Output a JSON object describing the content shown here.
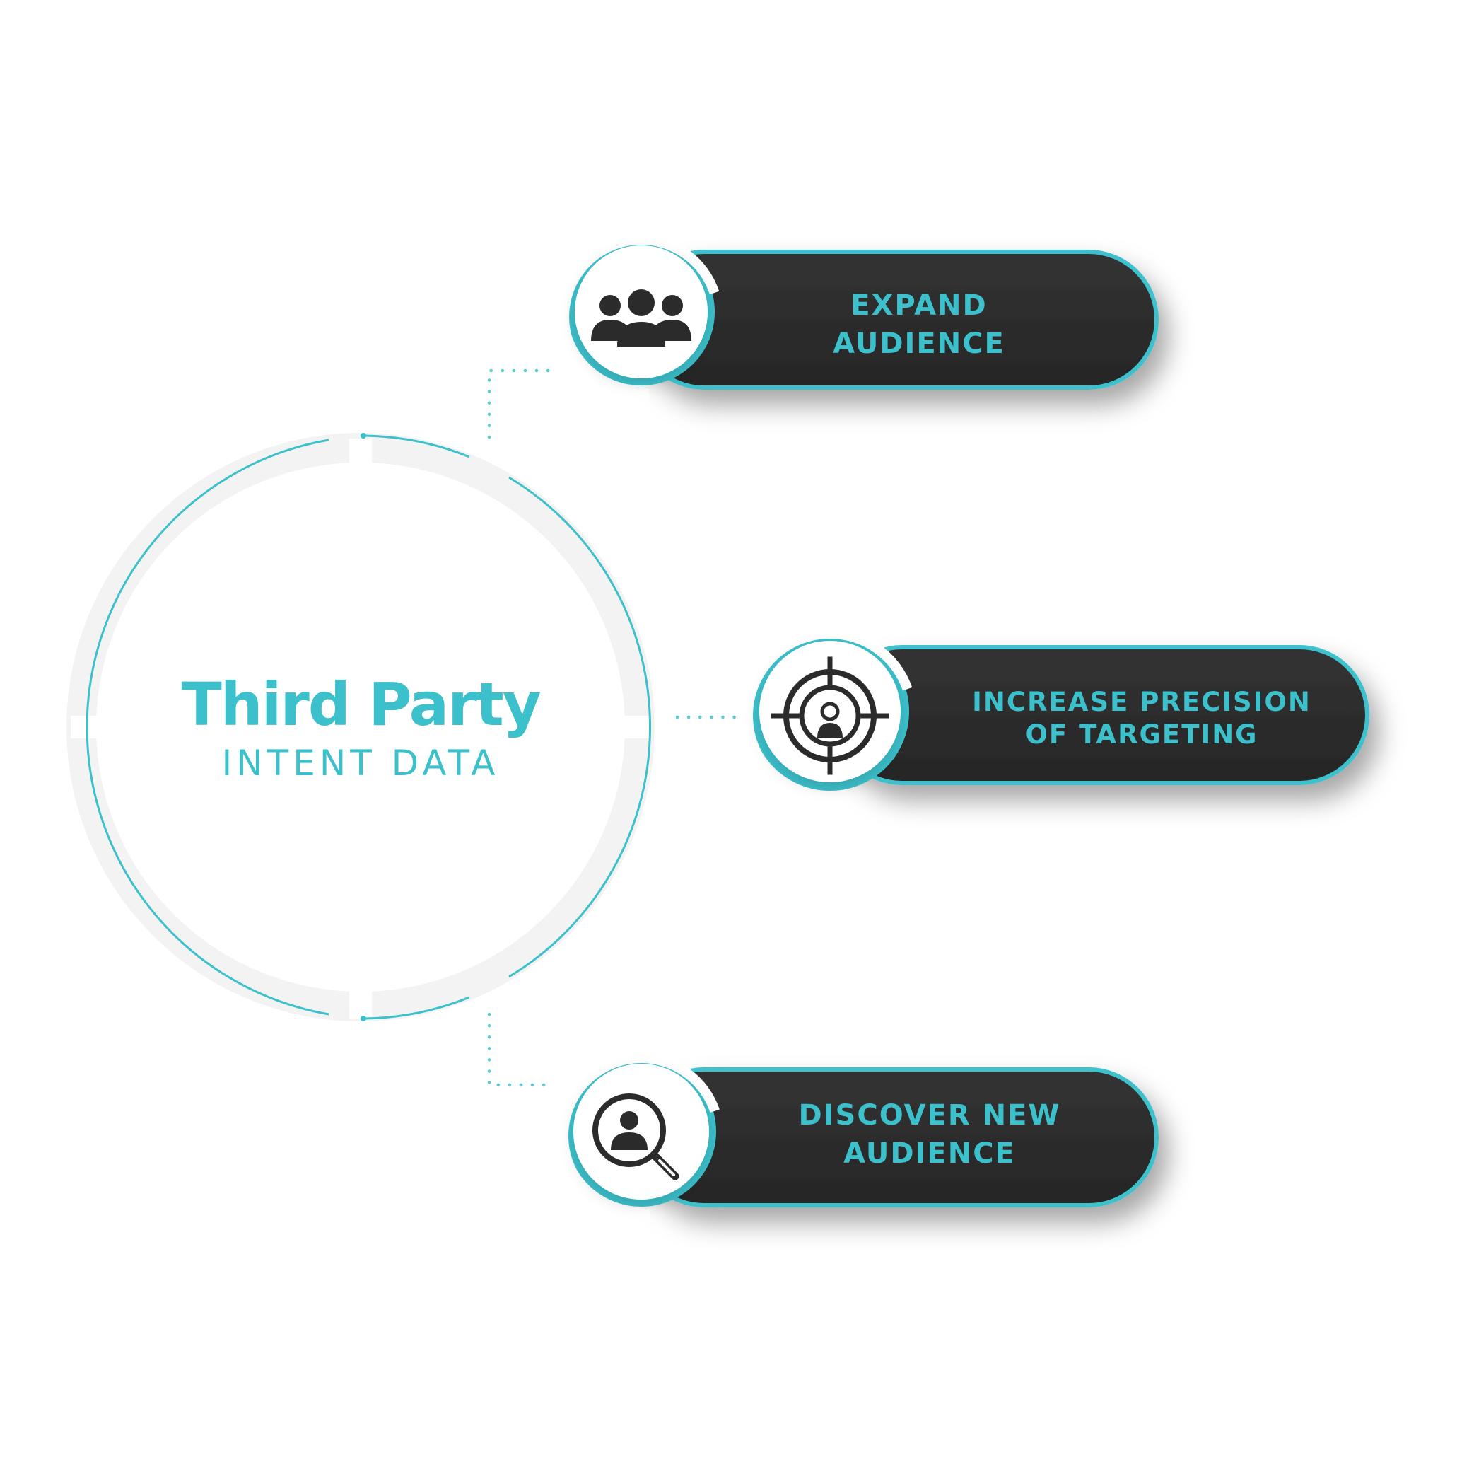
{
  "center": {
    "title": "Third Party",
    "subtitle": "INTENT DATA"
  },
  "items": [
    {
      "line1": "EXPAND",
      "line2": "AUDIENCE",
      "icon": "group-icon"
    },
    {
      "line1": "INCREASE PRECISION",
      "line2": "OF TARGETING",
      "icon": "target-person-icon"
    },
    {
      "line1": "DISCOVER NEW",
      "line2": "AUDIENCE",
      "icon": "search-person-icon"
    }
  ],
  "colors": {
    "accent": "#3cc1cc",
    "pill": "#2b2b2b",
    "background": "#ffffff"
  }
}
